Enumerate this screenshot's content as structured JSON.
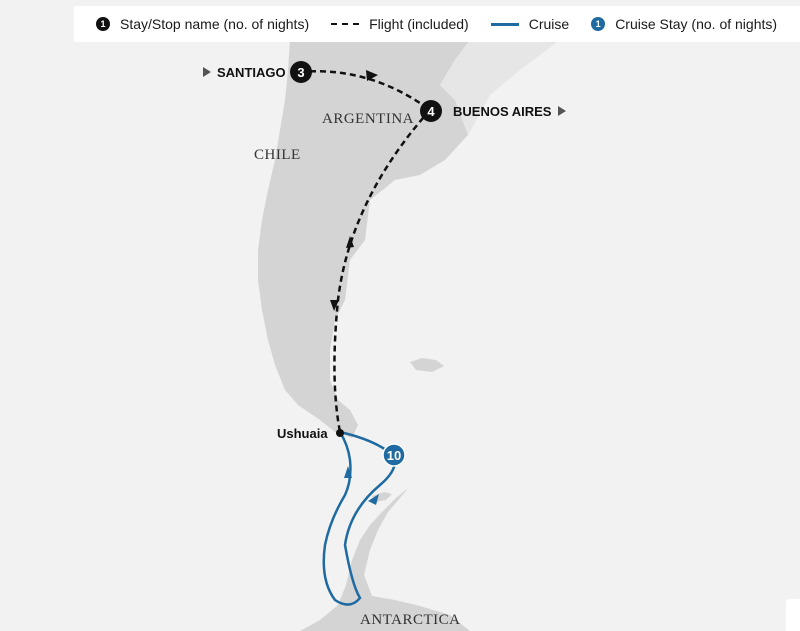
{
  "legend": [
    {
      "kind": "stop",
      "label": "Stay/Stop name (no. of nights)",
      "badge": "1",
      "color": "#111111"
    },
    {
      "kind": "flight",
      "label": "Flight (included)"
    },
    {
      "kind": "cruise",
      "label": "Cruise",
      "color": "#1f6aa0"
    },
    {
      "kind": "cruise-stay",
      "label": "Cruise Stay (no. of nights)",
      "badge": "1",
      "color": "#1f6aa0"
    }
  ],
  "countries": {
    "argentina": "ARGENTINA",
    "chile": "CHILE",
    "antarctica": "ANTARCTICA"
  },
  "stops": {
    "santiago": {
      "name": "SANTIAGO",
      "nights": "3"
    },
    "buenos_aires": {
      "name": "BUENOS AIRES",
      "nights": "4"
    },
    "ushuaia": {
      "name": "Ushuaia"
    },
    "cruise_stay": {
      "nights": "10"
    }
  },
  "colors": {
    "land": "#d4d4d4",
    "sea": "#f2f2f2",
    "flight": "#111111",
    "cruise": "#1f6aa0",
    "other_land": "#e6e6e6"
  }
}
